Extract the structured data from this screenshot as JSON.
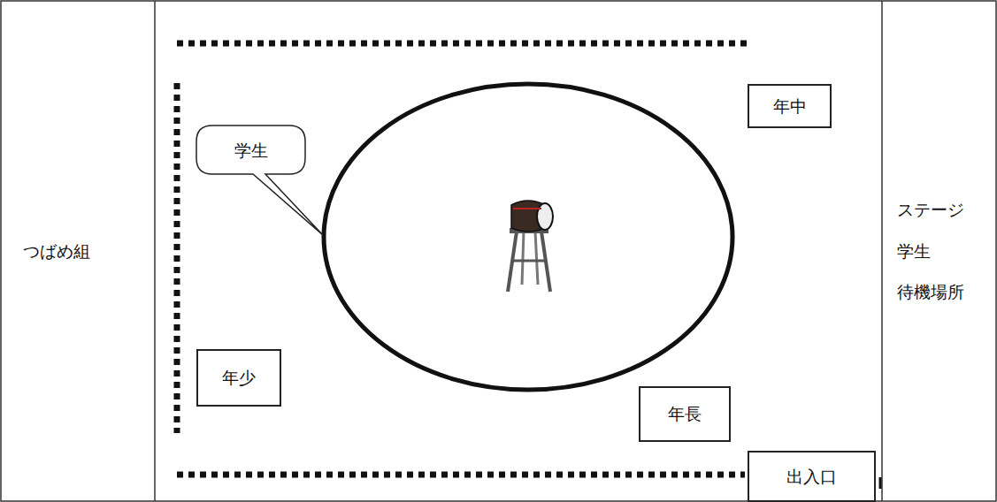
{
  "diagram": {
    "nodes": [
      {
        "text": [
          "つばめ組"
        ]
      },
      {
        "text": [
          "学生"
        ]
      },
      {
        "text": [
          "年中"
        ]
      },
      {
        "text": [
          "ステージ 学生 待機場所"
        ]
      },
      {
        "text": [
          "年少"
        ]
      },
      {
        "text": [
          "年長"
        ]
      },
      {
        "text": [
          "出入口"
        ]
      }
    ]
  }
}
